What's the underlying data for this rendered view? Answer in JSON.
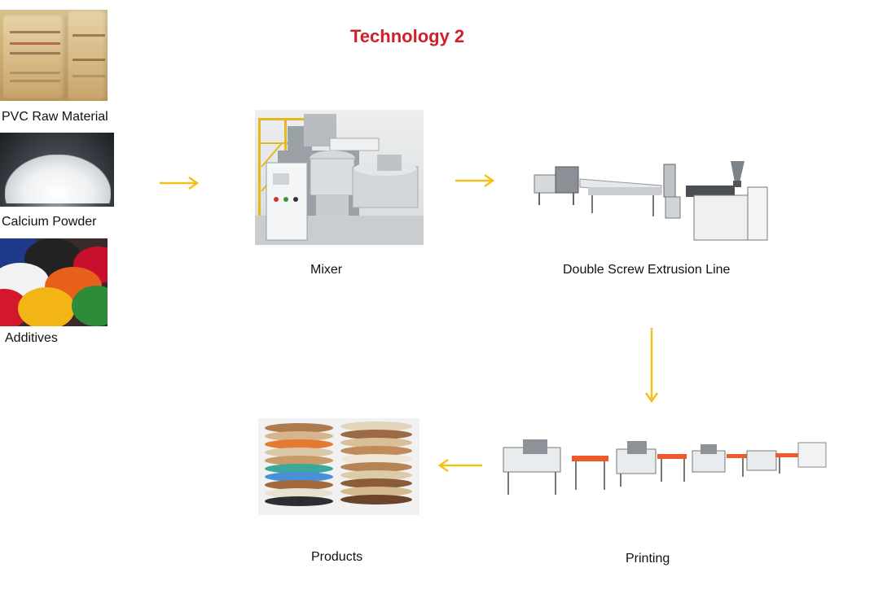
{
  "title": "Technology 2",
  "materials": {
    "pvc_label": "PVC Raw Material",
    "calcium_label": "Calcium Powder",
    "additives_label": "Additives"
  },
  "steps": {
    "mixer_label": "Mixer",
    "extrusion_label": "Double Screw Extrusion Line",
    "printing_label": "Printing",
    "products_label": "Products"
  },
  "colors": {
    "title": "#d0202a",
    "arrow": "#f2c21b"
  }
}
